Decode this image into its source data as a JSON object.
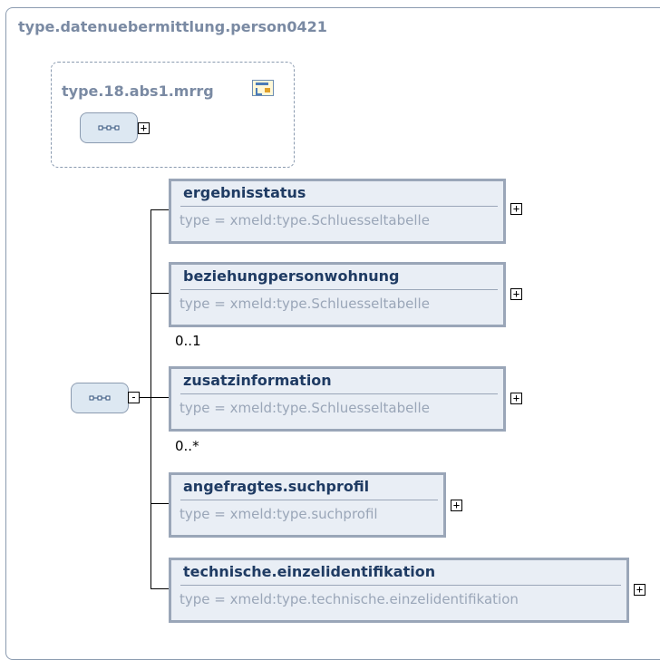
{
  "outer": {
    "title": "type.datenuebermittlung.person0421"
  },
  "group": {
    "title": "type.18.abs1.mrrg",
    "expander": "+"
  },
  "sequence": {
    "expander": "-"
  },
  "elements": [
    {
      "name": "ergebnisstatus",
      "type": "type = xmeld:type.Schluesseltabelle",
      "expander": "+",
      "occurs": ""
    },
    {
      "name": "beziehungpersonwohnung",
      "type": "type = xmeld:type.Schluesseltabelle",
      "expander": "+",
      "occurs": "0..1"
    },
    {
      "name": "zusatzinformation",
      "type": "type = xmeld:type.Schluesseltabelle",
      "expander": "+",
      "occurs": "0..*"
    },
    {
      "name": "angefragtes.suchprofil",
      "type": "type = xmeld:type.suchprofil",
      "expander": "+",
      "occurs": ""
    },
    {
      "name": "technische.einzelidentifikation",
      "type": "type = xmeld:type.technische.einzelidentifikation",
      "expander": "+",
      "occurs": ""
    }
  ],
  "colors": {
    "border": "#8b9bb0",
    "title": "#7a8aa3",
    "element_fill": "#e9eef5",
    "element_name": "#1f3b63",
    "type_text": "#9aa6b8"
  }
}
